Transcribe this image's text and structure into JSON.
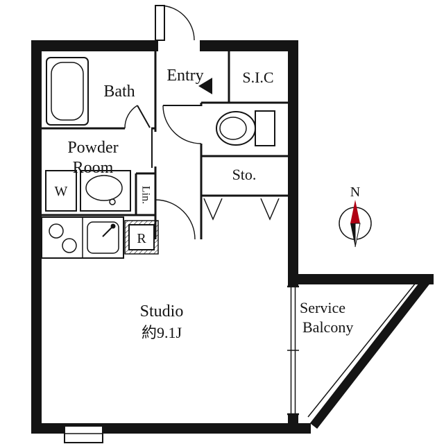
{
  "floorplan": {
    "labels": {
      "bath": "Bath",
      "entry": "Entry",
      "sic": "S.I.C",
      "powder_line1": "Powder",
      "powder_line2": "Room",
      "washer": "W",
      "linen": "Lin.",
      "storage": "Sto.",
      "fridge": "R",
      "studio": "Studio",
      "studio_area": "約9.1J",
      "balcony_line1": "Service",
      "balcony_line2": "Balcony"
    },
    "compass": {
      "north": "N"
    },
    "colors": {
      "wall": "#141414",
      "north_red": "#b00014"
    }
  }
}
